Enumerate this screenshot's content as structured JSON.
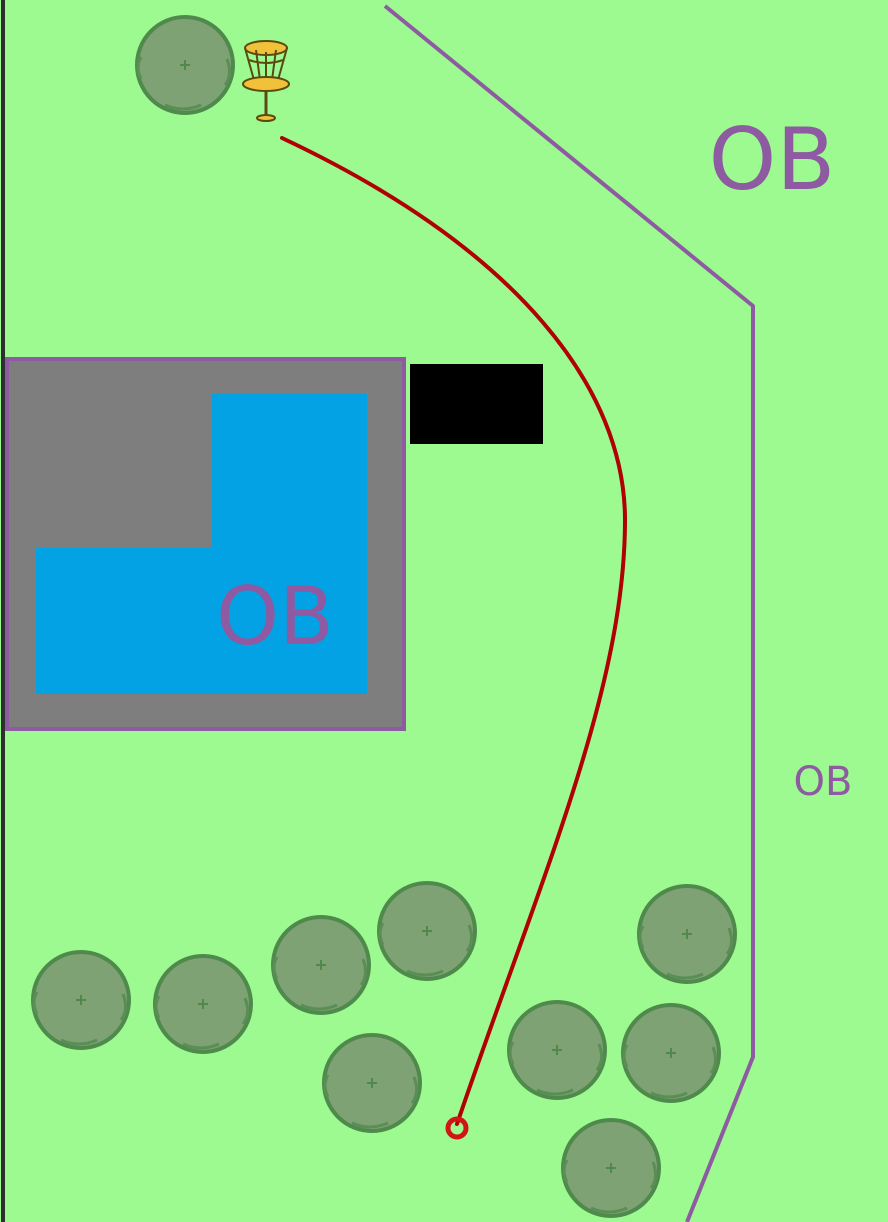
{
  "map": {
    "colors": {
      "grass": "#9dfa90",
      "ob_line": "#8e5aa1",
      "pond": "#03a2e4",
      "pad": "#7e7e7e",
      "obstacle": "#000000",
      "flight_path": "#b00000",
      "tree_fill": "#7ea273",
      "tree_stroke": "#4f8a4c",
      "basket": "#f2c13a",
      "tee_marker": "#d21414",
      "left_edge": "#2f2f2f"
    },
    "labels": {
      "ob_top_right": "OB",
      "ob_pond": "OB",
      "ob_side": "OB"
    },
    "icons": {
      "basket": "disc-golf-basket-icon",
      "tree": "tree-icon",
      "tee": "tee-marker-icon"
    }
  }
}
